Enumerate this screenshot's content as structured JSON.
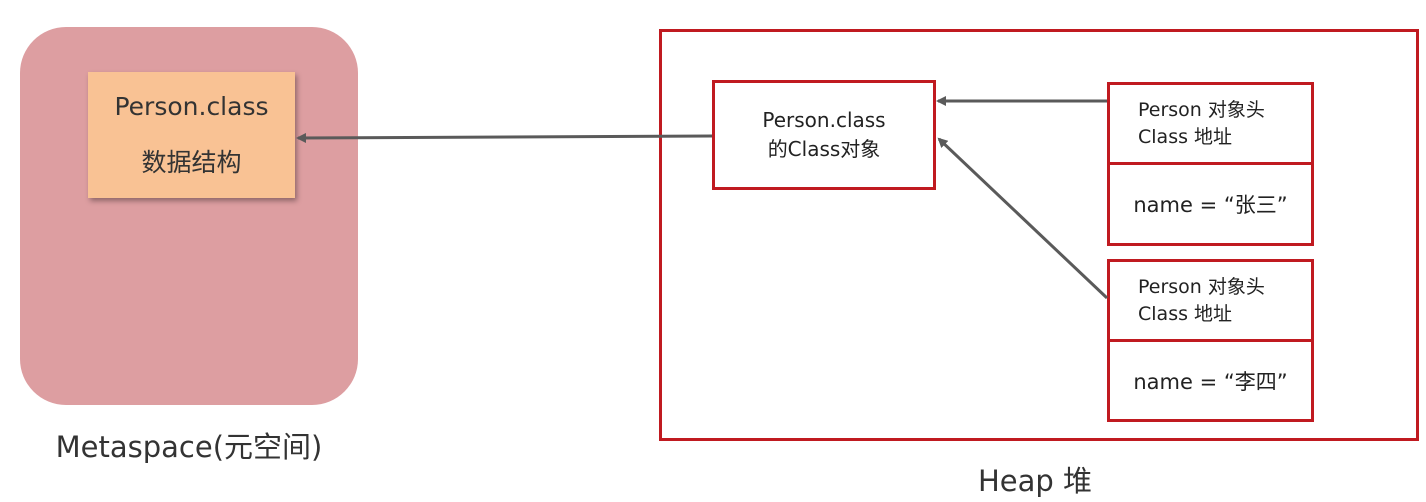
{
  "metaspace": {
    "class_box": {
      "line1": "Person.class",
      "line2": "数据结构"
    },
    "label": "Metaspace(元空间)",
    "fill_color": "#dd9ea1",
    "box_color": "#f9c294"
  },
  "heap": {
    "label": "Heap 堆",
    "border_color": "#c01a20",
    "class_object": {
      "line1": "Person.class",
      "line2": "的Class对象"
    },
    "objects": [
      {
        "header_line1": "Person 对象头",
        "header_line2": "Class 地址",
        "field": "name = “张三”"
      },
      {
        "header_line1": "Person 对象头",
        "header_line2": "Class 地址",
        "field": "name = “李四”"
      }
    ]
  },
  "arrow_color": "#5a5a5a"
}
